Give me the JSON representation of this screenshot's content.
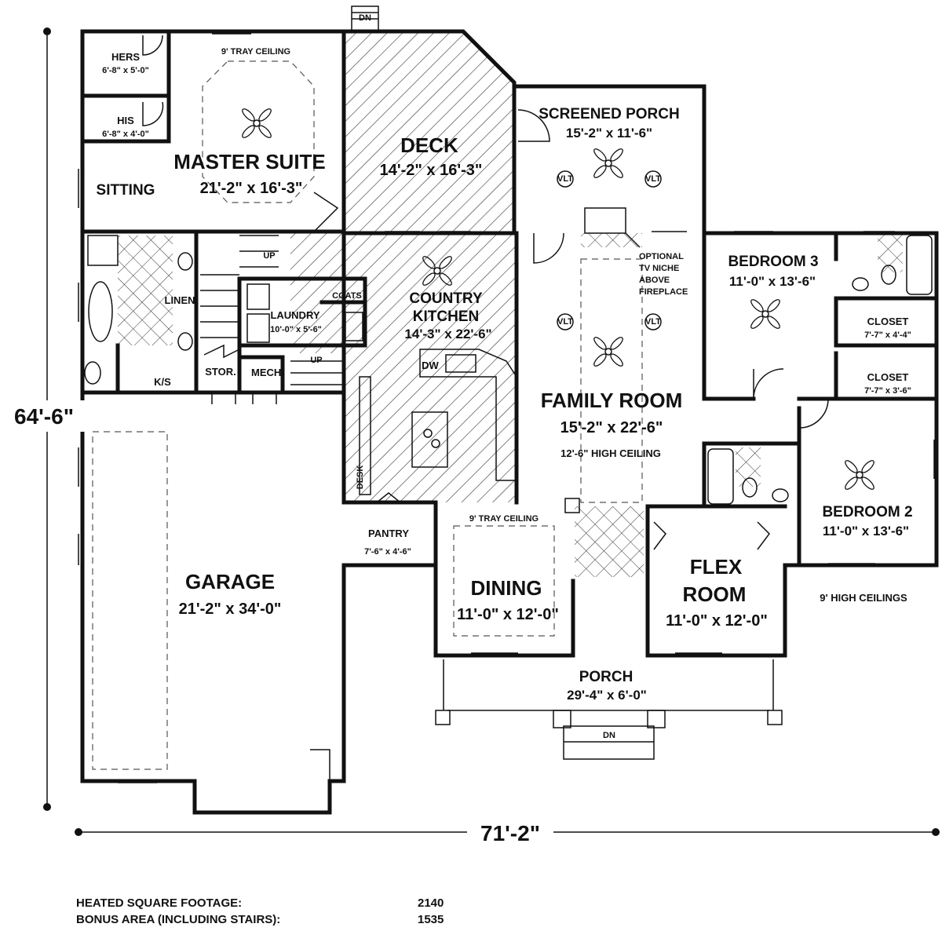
{
  "rooms": {
    "hers": {
      "name": "HERS",
      "dim": "6'-8\" x 5'-0\""
    },
    "his": {
      "name": "HIS",
      "dim": "6'-8\" x 4'-0\""
    },
    "tray_master": "9' TRAY CEILING",
    "master": {
      "name": "MASTER SUITE",
      "dim": "21'-2\" x 16'-3\""
    },
    "sitting": "SITTING",
    "deck": {
      "name": "DECK",
      "dim": "14'-2\" x 16'-3\""
    },
    "porch_screen": {
      "name": "SCREENED PORCH",
      "dim": "15'-2\" x 11'-6\""
    },
    "linen": "LINEN",
    "ks": "K/S",
    "stor": "STOR.",
    "mech": "MECH.",
    "laundry": {
      "name": "LAUNDRY",
      "dim": "10'-0\" x 5'-6\""
    },
    "coats": "COATS",
    "kitchen": {
      "name1": "COUNTRY",
      "name2": "KITCHEN",
      "dim": "14'-3\" x 22'-6\""
    },
    "dw": "DW",
    "desk": "DESK",
    "tv": [
      "OPTIONAL",
      "TV NICHE",
      "ABOVE",
      "FIREPLACE"
    ],
    "family": {
      "name": "FAMILY ROOM",
      "dim": "15'-2\" x 22'-6\"",
      "ceiling": "12'-6\" HIGH CEILING"
    },
    "bed3": {
      "name": "BEDROOM 3",
      "dim": "11'-0\" x 13'-6\""
    },
    "closet1": {
      "name": "CLOSET",
      "dim": "7'-7\" x 4'-4\""
    },
    "closet2": {
      "name": "CLOSET",
      "dim": "7'-7\" x 3'-6\""
    },
    "bed2": {
      "name": "BEDROOM 2",
      "dim": "11'-0\" x 13'-6\""
    },
    "high_ceilings": "9' HIGH CEILINGS",
    "garage": {
      "name": "GARAGE",
      "dim": "21'-2\" x 34'-0\""
    },
    "pantry": {
      "name": "PANTRY",
      "dim": "7'-6\" x 4'-6\""
    },
    "tray_dining": "9' TRAY CEILING",
    "dining": {
      "name": "DINING",
      "dim": "11'-0\" x 12'-0\""
    },
    "flex": {
      "name1": "FLEX",
      "name2": "ROOM",
      "dim": "11'-0\" x 12'-0\""
    },
    "porch": {
      "name": "PORCH",
      "dim": "29'-4\" x 6'-0\""
    }
  },
  "stairs": {
    "up1": "UP",
    "up2": "UP",
    "dn_top": "DN",
    "dn_porch": "DN"
  },
  "vlt": "VLT",
  "overall": {
    "width": "71'-2\"",
    "depth": "64'-6\""
  },
  "footage": {
    "heated_label": "HEATED SQUARE FOOTAGE:",
    "heated_value": "2140",
    "bonus_label": "BONUS AREA (INCLUDING STAIRS):",
    "bonus_value": "1535"
  }
}
